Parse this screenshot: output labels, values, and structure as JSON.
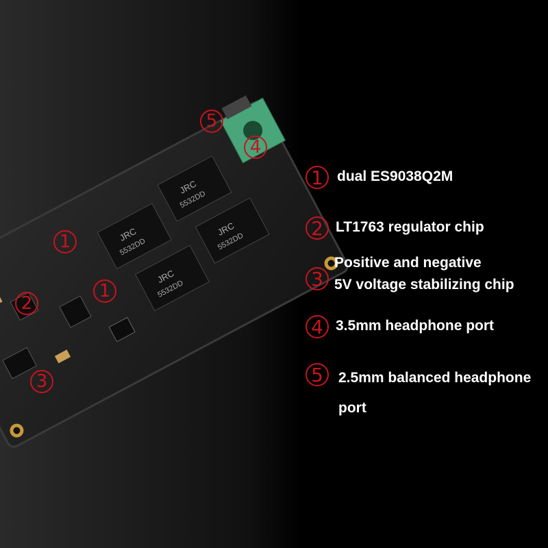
{
  "colors": {
    "background": "#000000",
    "marker": "#c8141e",
    "text": "#ffffff",
    "board": "#1c1c1c",
    "jack": "#48a67a"
  },
  "legend": [
    {
      "number": "1",
      "text": "dual ES9038Q2M"
    },
    {
      "number": "2",
      "text": "LT1763 regulator chip"
    },
    {
      "number": "3",
      "text": "Positive and negative\n5V voltage stabilizing chip"
    },
    {
      "number": "4",
      "text": "3.5mm headphone port"
    },
    {
      "number": "5",
      "text": "2.5mm balanced headphone\nport"
    }
  ],
  "board_markers": [
    "1",
    "1",
    "2",
    "3",
    "4",
    "5"
  ],
  "chip_labels": [
    "JRC",
    "5532DD"
  ]
}
